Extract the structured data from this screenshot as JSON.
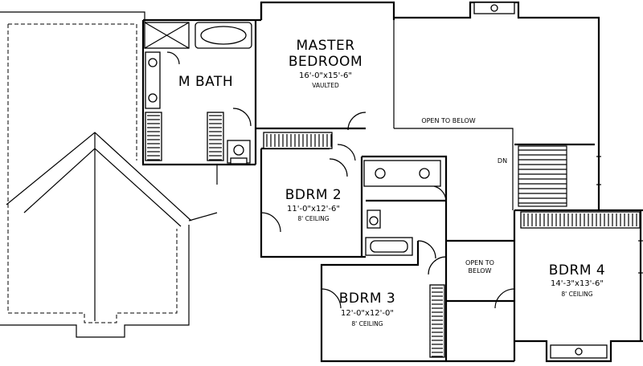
{
  "rooms": {
    "master_bedroom": {
      "name_line1": "MASTER",
      "name_line2": "BEDROOM",
      "dims": "16'-0\"x15'-6\"",
      "note": "VAULTED"
    },
    "master_bath": {
      "name": "M BATH"
    },
    "bedroom2": {
      "name": "BDRM 2",
      "dims": "11'-0\"x12'-6\"",
      "note": "8' CEILING"
    },
    "bedroom3": {
      "name": "BDRM 3",
      "dims": "12'-0\"x12'-0\"",
      "note": "8' CEILING"
    },
    "bedroom4": {
      "name": "BDRM 4",
      "dims": "14'-3\"x13'-6\"",
      "note": "8' CEILING"
    }
  },
  "labels": {
    "open_to_below_main": "OPEN TO BELOW",
    "open_to_below_small_line1": "OPEN TO",
    "open_to_below_small_line2": "BELOW",
    "stair_down": "DN"
  }
}
